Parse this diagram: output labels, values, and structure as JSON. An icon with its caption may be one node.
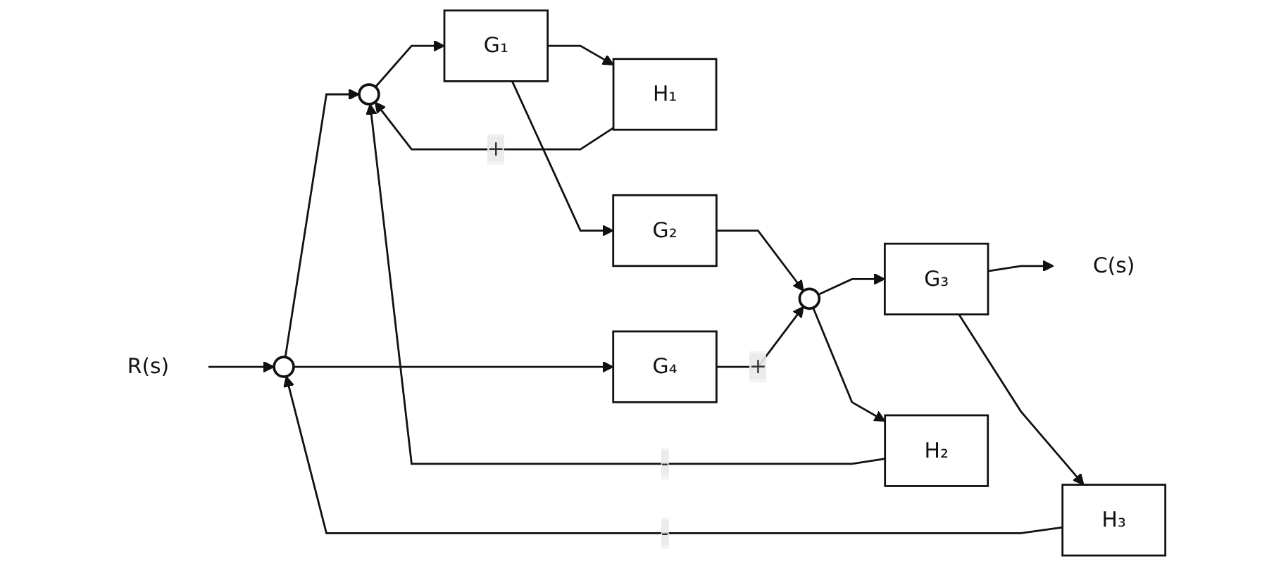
{
  "diagram": {
    "nodes": [
      {
        "text": [
          "R(s)"
        ]
      },
      {
        "text": [],
        "shape": "circle"
      },
      {
        "text": [],
        "shape": "circle"
      },
      {
        "text": [
          "H₁"
        ]
      },
      {
        "text": [
          "G₁"
        ]
      },
      {
        "text": [
          "G₂"
        ]
      },
      {
        "text": [],
        "shape": "circle"
      },
      {
        "text": [
          "G₃"
        ]
      },
      {
        "text": [
          "C(s)"
        ]
      },
      {
        "text": [
          "G₄"
        ]
      },
      {
        "text": [
          "H₂"
        ]
      },
      {
        "text": [
          "H₃"
        ]
      }
    ],
    "edges": [
      {
        "from": 0,
        "to": 1,
        "arrow": "to"
      },
      {
        "from": 1,
        "to": 2,
        "arrow": "to"
      },
      {
        "from": 1,
        "to": 9,
        "arrow": "to"
      },
      {
        "from": 2,
        "to": 4,
        "arrow": "to"
      },
      {
        "from": 4,
        "to": 5,
        "arrow": "to"
      },
      {
        "from": 4,
        "to": 3,
        "arrow": "to"
      },
      {
        "from": 3,
        "to": 2,
        "arrow": "to",
        "label": "+"
      },
      {
        "from": 5,
        "to": 6,
        "arrow": "to"
      },
      {
        "from": 9,
        "to": 6,
        "arrow": "to",
        "label": "+"
      },
      {
        "from": 6,
        "to": 7,
        "arrow": "to"
      },
      {
        "from": 6,
        "to": 10,
        "arrow": "to"
      },
      {
        "from": 10,
        "to": 2,
        "arrow": "to",
        "label": "-"
      },
      {
        "from": 7,
        "to": 8,
        "arrow": "to"
      },
      {
        "from": 7,
        "to": 11,
        "arrow": "to"
      },
      {
        "from": 11,
        "to": 1,
        "arrow": "to",
        "label": "-"
      }
    ]
  }
}
